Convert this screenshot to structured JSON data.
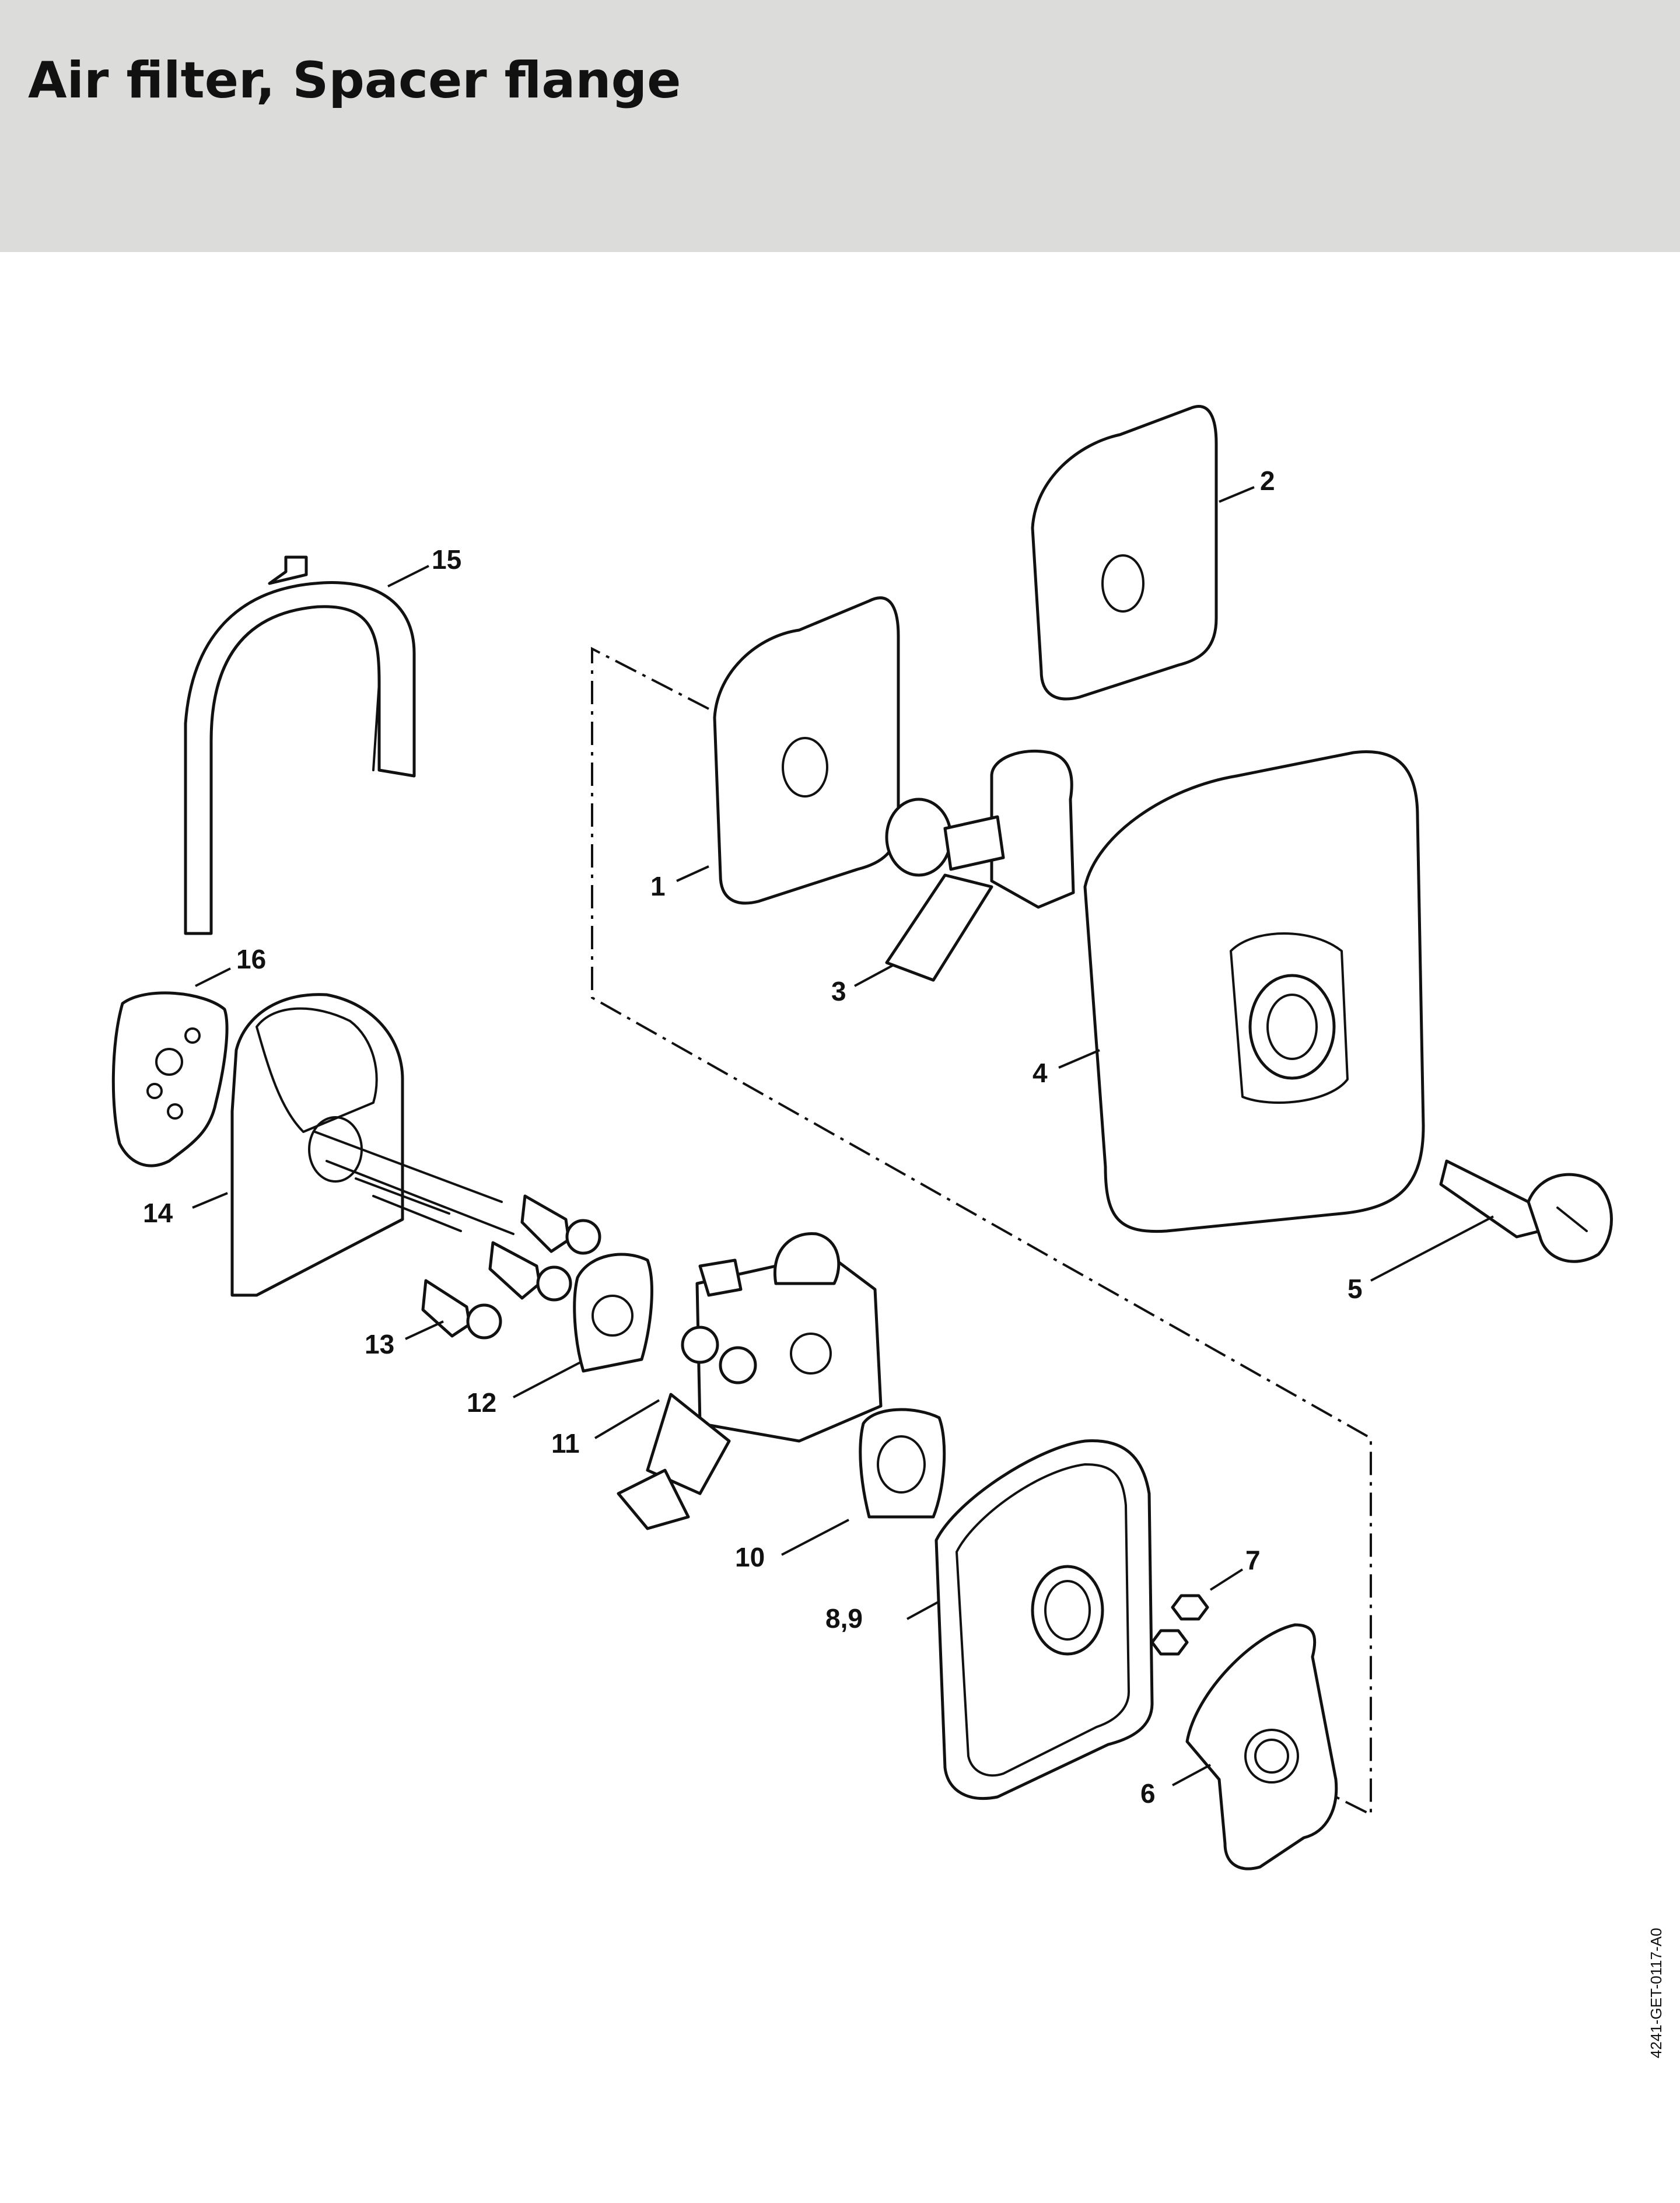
{
  "header": {
    "title": "Air filter, Spacer flange"
  },
  "parts": {
    "p1": "1",
    "p2": "2",
    "p3": "3",
    "p4": "4",
    "p5": "5",
    "p6": "6",
    "p7": "7",
    "p89": "8,9",
    "p10": "10",
    "p11": "11",
    "p12": "12",
    "p13": "13",
    "p14": "14",
    "p15": "15",
    "p16": "16"
  },
  "footer": {
    "drawing_code": "4241-GET-0117-A0"
  }
}
